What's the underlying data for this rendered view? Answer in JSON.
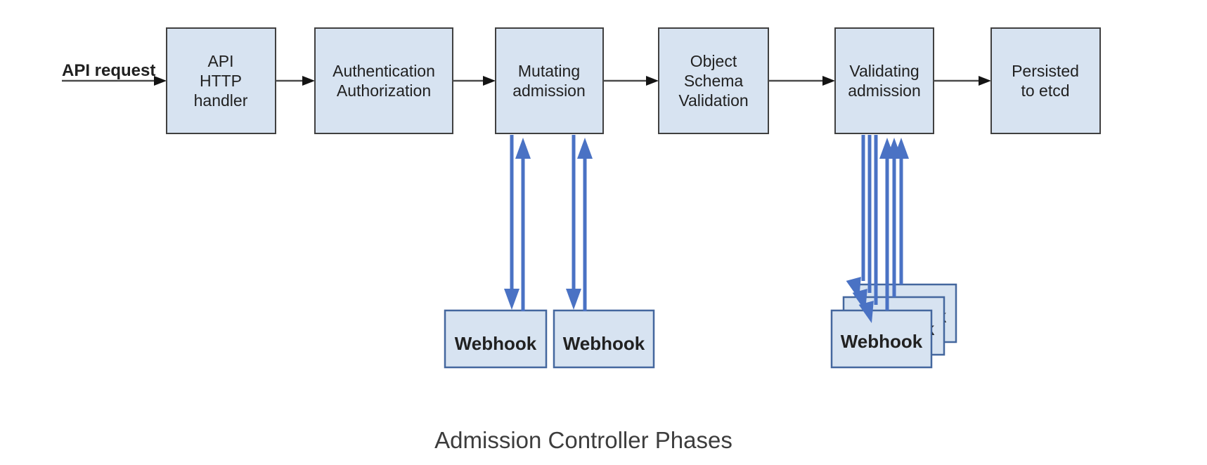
{
  "diagram": {
    "caption": "Admission Controller Phases",
    "flow_label": "API request",
    "boxes": {
      "api_http_handler": {
        "lines": [
          "API",
          "HTTP",
          "handler"
        ]
      },
      "authn_authz": {
        "lines": [
          "Authentication",
          "Authorization"
        ]
      },
      "mutating_admission": {
        "lines": [
          "Mutating",
          "admission"
        ]
      },
      "object_schema": {
        "lines": [
          "Object",
          "Schema",
          "Validation"
        ]
      },
      "validating_admission": {
        "lines": [
          "Validating",
          "admission"
        ]
      },
      "persisted_etcd": {
        "lines": [
          "Persisted",
          "to etcd"
        ]
      }
    },
    "webhooks": {
      "mutating_1": "Webhook",
      "mutating_2": "Webhook",
      "validating_front": "Webhook",
      "validating_mid": "Webhook",
      "validating_back": "Webhook"
    },
    "colors": {
      "box_fill": "#d7e3f1",
      "box_border": "#404040",
      "webhook_border": "#44679e",
      "blue": "#4a72c4",
      "arrow_line": "#4a4a4a",
      "arrow_head": "#141414",
      "text": "#212121",
      "caption": "#3d3d3d"
    }
  }
}
